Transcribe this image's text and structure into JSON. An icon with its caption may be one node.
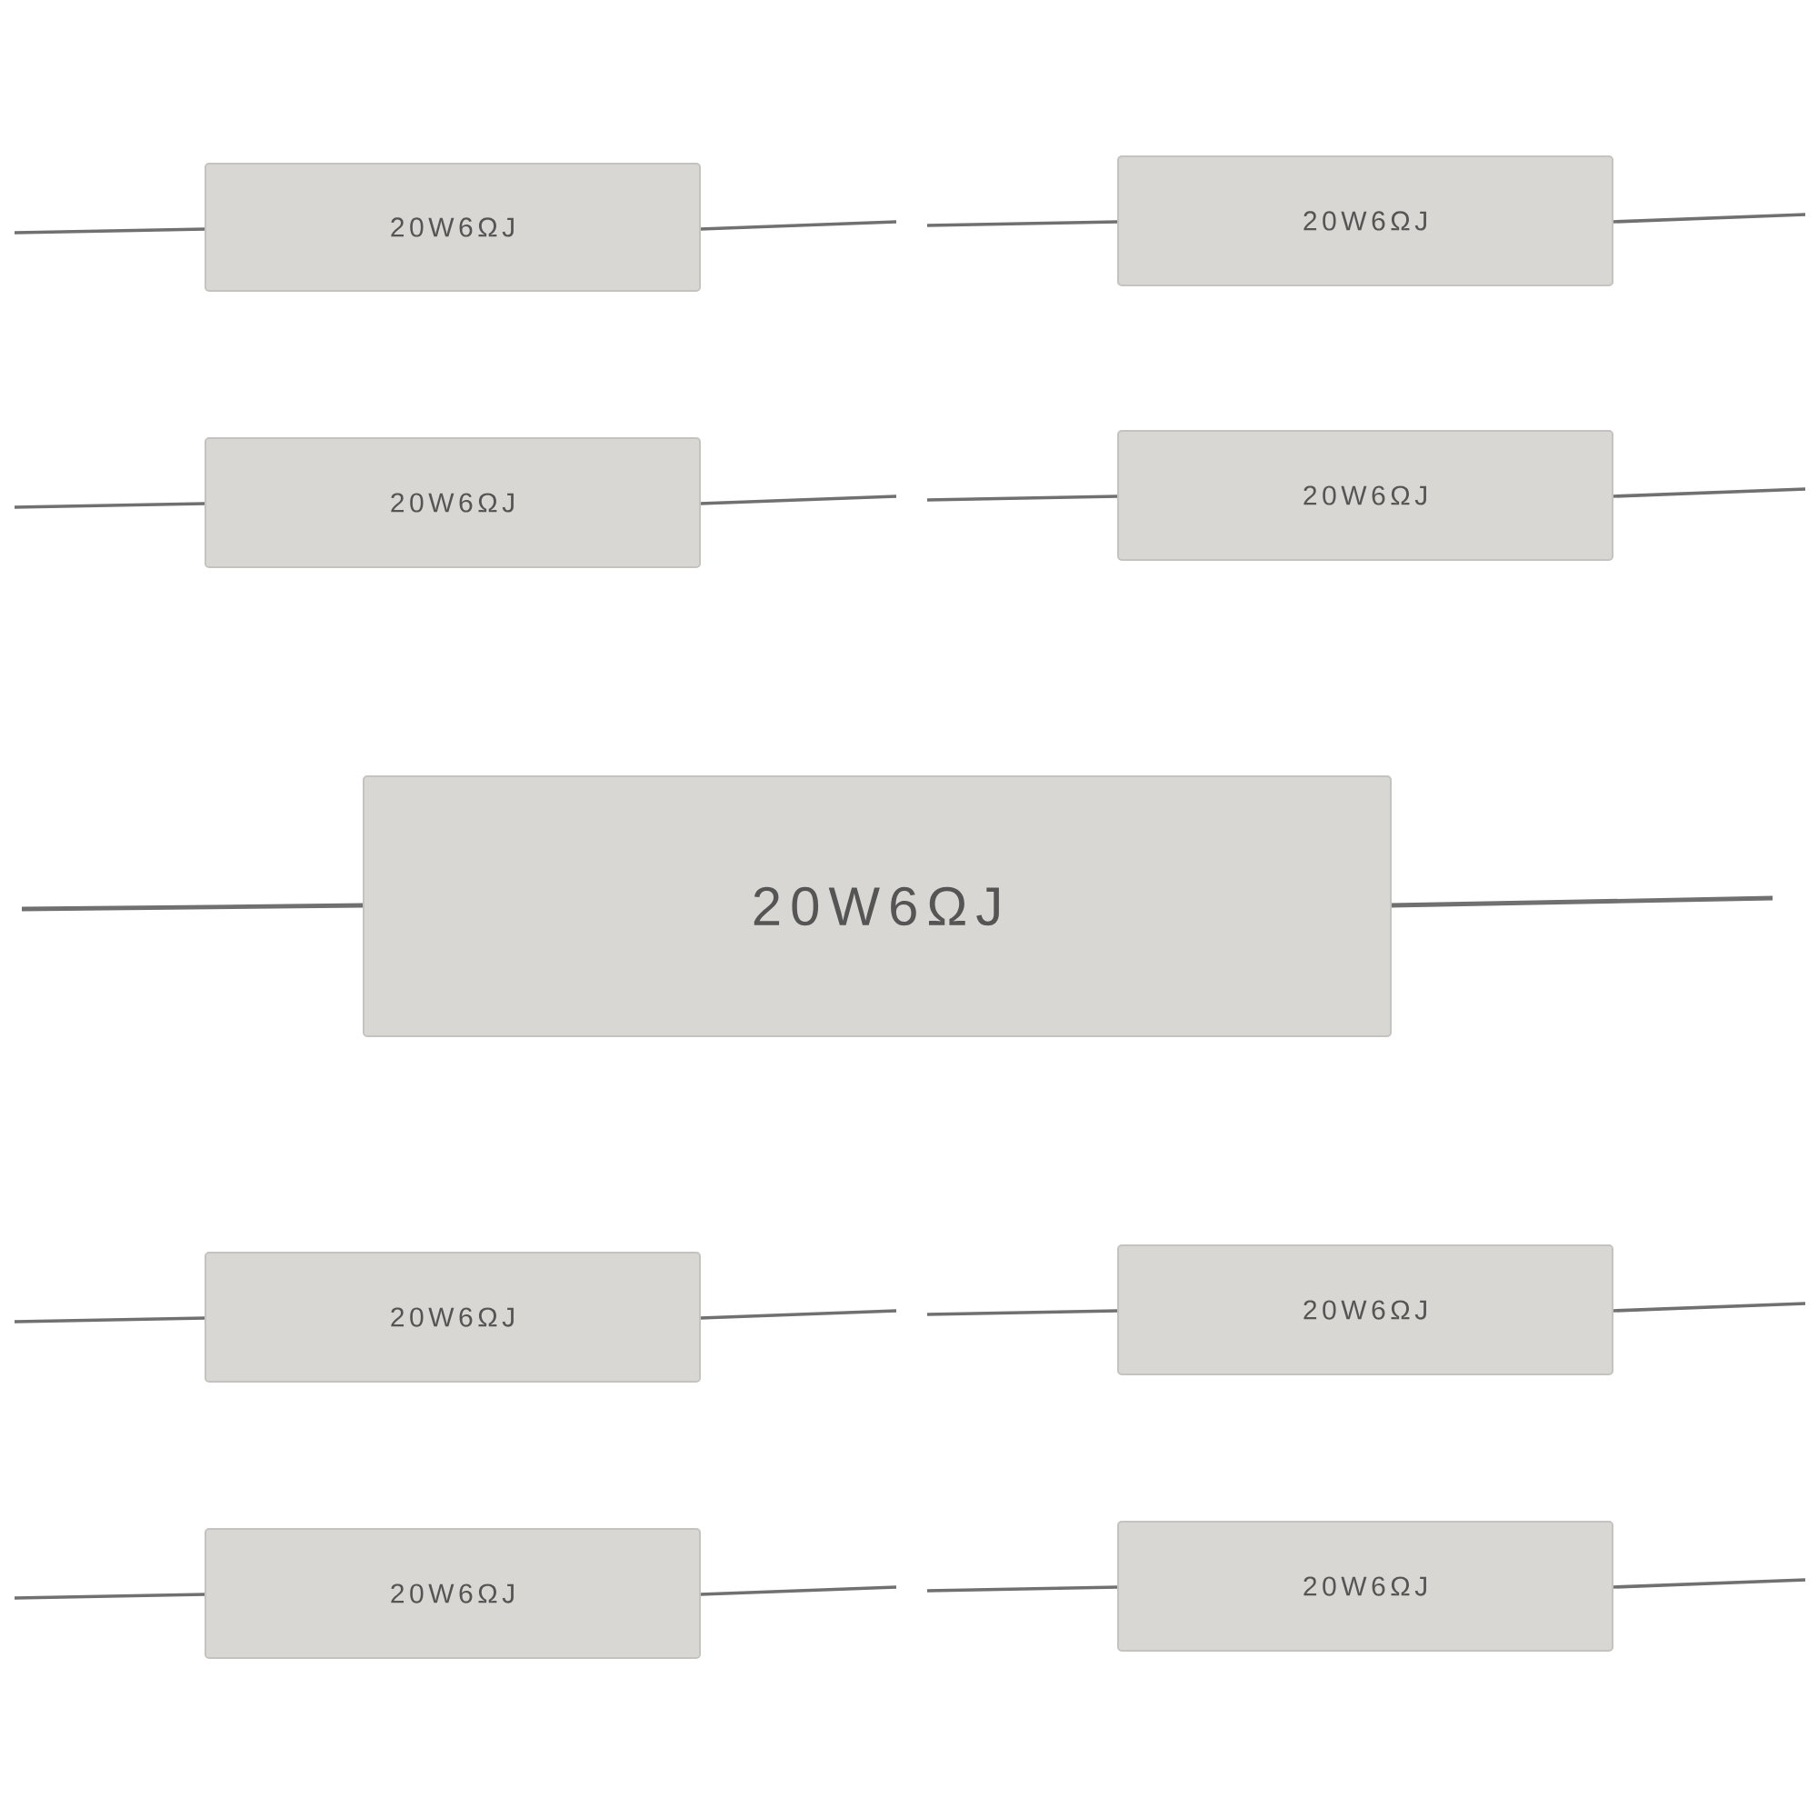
{
  "diagram": {
    "nodes": [
      {
        "text": [
          "20W6ΩJ"
        ]
      },
      {
        "text": [
          "20W6ΩJ"
        ]
      },
      {
        "text": [
          "20W6ΩJ"
        ]
      },
      {
        "text": [
          "20W6ΩJ"
        ]
      },
      {
        "text": [
          "20W6ΩJ"
        ]
      },
      {
        "text": [
          "20W6ΩJ"
        ]
      },
      {
        "text": [
          "20W6ΩJ"
        ]
      },
      {
        "text": [
          "20W6ΩJ"
        ]
      },
      {
        "text": [
          "20W6ΩJ"
        ]
      }
    ]
  }
}
